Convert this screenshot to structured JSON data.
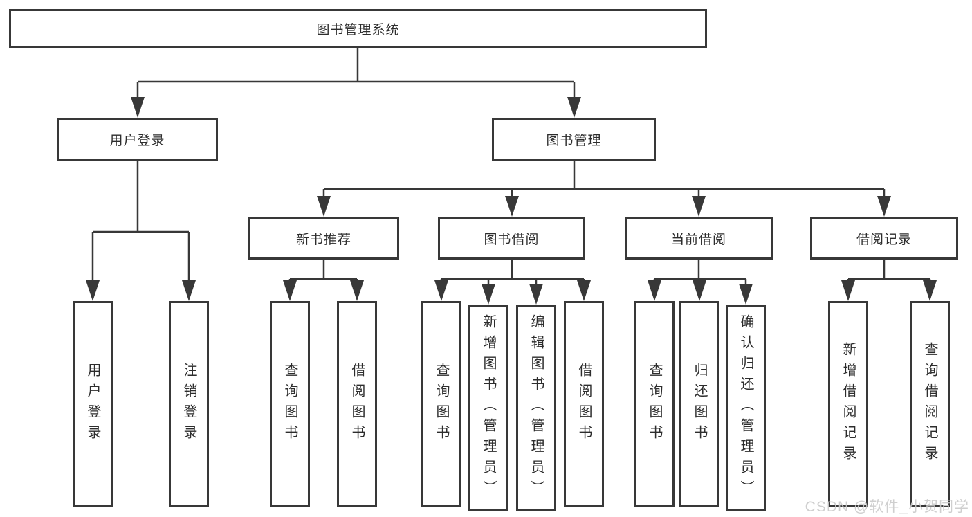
{
  "diagram": {
    "title": "图书管理系统",
    "line_color": "#383838",
    "box_background": "#ffffff",
    "nodes": {
      "root": "图书管理系统",
      "user_login": "用户登录",
      "book_management": "图书管理",
      "new_book_recommend": "新书推荐",
      "book_borrow": "图书借阅",
      "current_borrow": "当前借阅",
      "borrow_records": "借阅记录",
      "leaf_login": "用户登录",
      "leaf_logout": "注销登录",
      "leaf_rec_query_books": "查询图书",
      "leaf_rec_borrow_books": "借阅图书",
      "leaf_bb_query_books": "查询图书",
      "leaf_bb_add_books": "新增图书（管理员）",
      "leaf_bb_edit_books": "编辑图书（管理员）",
      "leaf_bb_borrow_books": "借阅图书",
      "leaf_cb_query_books": "查询图书",
      "leaf_cb_return_books": "归还图书",
      "leaf_cb_confirm_return": "确认归还（管理员）",
      "leaf_br_add_record": "新增借阅记录",
      "leaf_br_query_record": "查询借阅记录"
    }
  },
  "watermark": {
    "text": "CSDN @软件_小贺同学",
    "color": "#cbcbcb"
  }
}
